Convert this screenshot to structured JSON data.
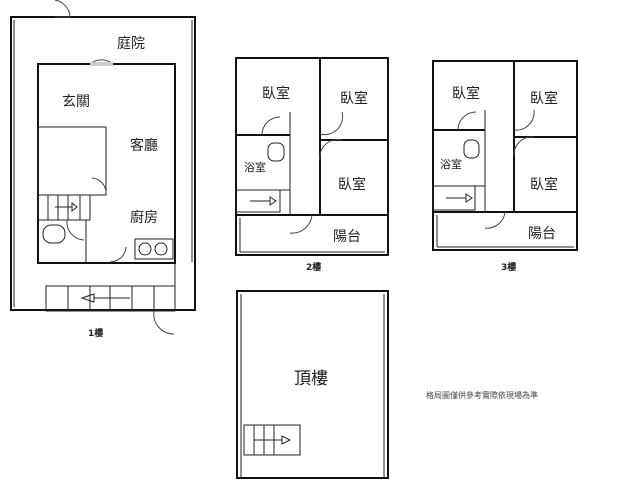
{
  "floor1": {
    "label": "1樓",
    "rooms": {
      "courtyard": "庭院",
      "entrance": "玄關",
      "living": "客廳",
      "kitchen": "廚房"
    }
  },
  "floor2": {
    "label": "2樓",
    "rooms": {
      "bed1": "臥室",
      "bed2": "臥室",
      "bed3": "臥室",
      "bath": "浴室",
      "balcony": "陽台"
    }
  },
  "floor3": {
    "label": "3樓",
    "rooms": {
      "bed1": "臥室",
      "bed2": "臥室",
      "bed3": "臥室",
      "bath": "浴室",
      "balcony": "陽台"
    }
  },
  "roof": {
    "label": "頂樓"
  },
  "note": "格局圖僅供參考實際依現場為準"
}
